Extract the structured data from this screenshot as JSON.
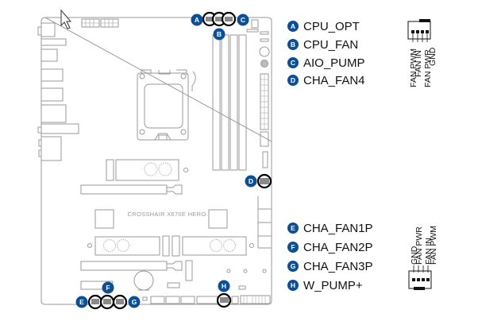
{
  "board": {
    "model_label": "CROSSHAIR X670E HERO",
    "colors": {
      "outline": "#9a9a9a",
      "badge": "#0b4f95",
      "header_fill": "#8a8a8a",
      "highlight_ring": "#000000"
    }
  },
  "legend_top": [
    {
      "letter": "A",
      "label": "CPU_OPT"
    },
    {
      "letter": "B",
      "label": "CPU_FAN"
    },
    {
      "letter": "C",
      "label": "AIO_PUMP"
    },
    {
      "letter": "D",
      "label": "CHA_FAN4"
    }
  ],
  "legend_bottom": [
    {
      "letter": "E",
      "label": "CHA_FAN1P"
    },
    {
      "letter": "F",
      "label": "CHA_FAN2P"
    },
    {
      "letter": "G",
      "label": "CHA_FAN3P"
    },
    {
      "letter": "H",
      "label": "W_PUMP+"
    }
  ],
  "pinout_top": [
    "FAN PWM",
    "FAN IN",
    "FAN PWR",
    "GND"
  ],
  "pinout_bottom": [
    "GND",
    "FAN PWR",
    "FAN IN",
    "FAN PWM"
  ],
  "callouts": {
    "A": "A",
    "B": "B",
    "C": "C",
    "D": "D",
    "E": "E",
    "F": "F",
    "G": "G",
    "H": "H"
  }
}
